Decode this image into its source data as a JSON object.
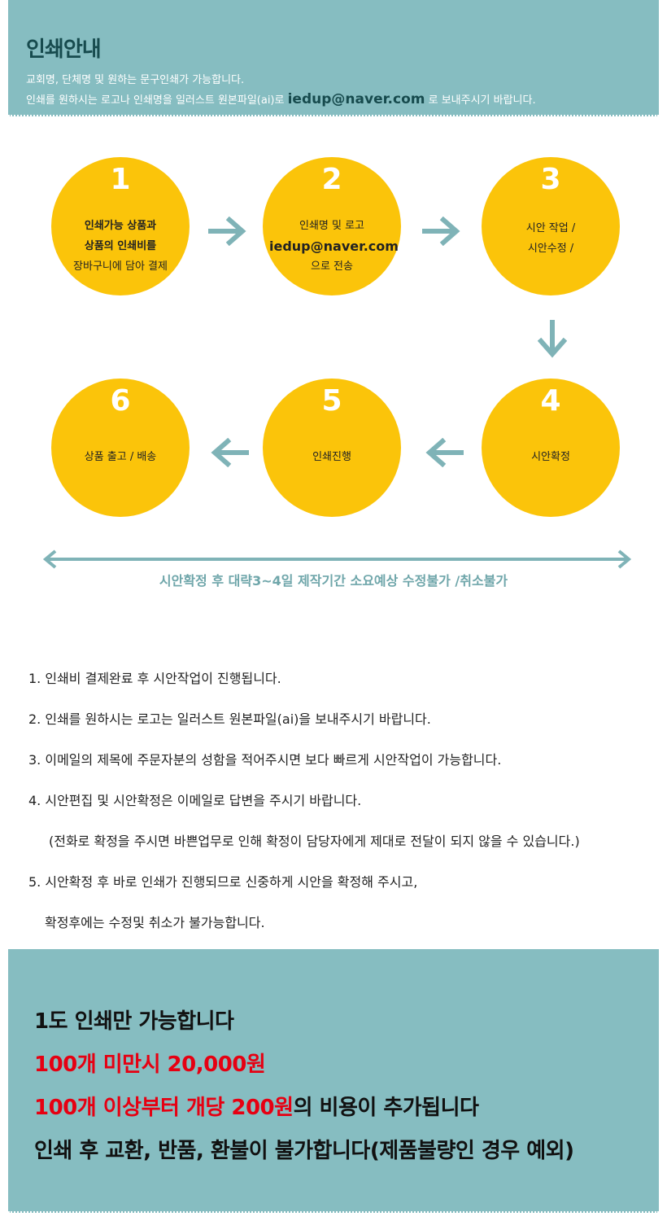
{
  "header": {
    "title": "인쇄안내",
    "line1": "교회명, 단체명 및 원하는 문구인쇄가 가능합니다.",
    "line2_prefix": "인쇄를 원하시는 로고나 인쇄명을 일러스트 원본파일(ai)로 ",
    "line2_email": "iedup@naver.com",
    "line2_suffix": " 로 보내주시기 바랍니다."
  },
  "steps": [
    {
      "num": "1",
      "lines": [
        "인쇄가능 상품과",
        "상품의 인쇄비를",
        "장바구니에 담아 결제"
      ]
    },
    {
      "num": "2",
      "lines": [
        "인쇄명 및 로고",
        "iedup@naver.com",
        "으로 전송"
      ]
    },
    {
      "num": "3",
      "lines": [
        "시안 작업 /",
        "시안수정 /"
      ]
    },
    {
      "num": "4",
      "lines": [
        "시안확정"
      ]
    },
    {
      "num": "5",
      "lines": [
        "인쇄진행"
      ]
    },
    {
      "num": "6",
      "lines": [
        "상품 출고 / 배송"
      ]
    }
  ],
  "timeline_note": "시안확정 후 대략3~4일 제작기간 소요예상 수정불가 /취소불가",
  "notes": [
    "1. 인쇄비 결제완료 후 시안작업이 진행됩니다.",
    "2. 인쇄를 원하시는 로고는 일러스트 원본파일(ai)을 보내주시기 바랍니다.",
    "3. 이메일의 제목에 주문자분의 성함을 적어주시면 보다 빠르게 시안작업이 가능합니다.",
    "4. 시안편집 및 시안확정은 이메일로 답변을 주시기 바랍니다.",
    "(전화로 확정을 주시면 바쁜업무로 인해 확정이 담당자에게 제대로 전달이 되지 않을 수 있습니다.)",
    "5. 시안확정 후 바로 인쇄가 진행되므로 신중하게 시안을 확정해 주시고,",
    "확정후에는 수정및 취소가 불가능합니다."
  ],
  "bottom": {
    "line1": "1도 인쇄만 가능합니다",
    "line2": "100개 미만시 20,000원",
    "line3_red": "100개 이상부터 개당 200원",
    "line3_rest": "의 비용이 추가됩니다",
    "line4": "인쇄 후 교환, 반품, 환불이 불가합니다(제품불량인 경우 예외)"
  },
  "colors": {
    "teal_band": "#86bdc1",
    "dark_teal": "#174b4e",
    "circle_yellow": "#fbc40a",
    "arrow_teal": "#7fb3b7",
    "red": "#e60012"
  }
}
